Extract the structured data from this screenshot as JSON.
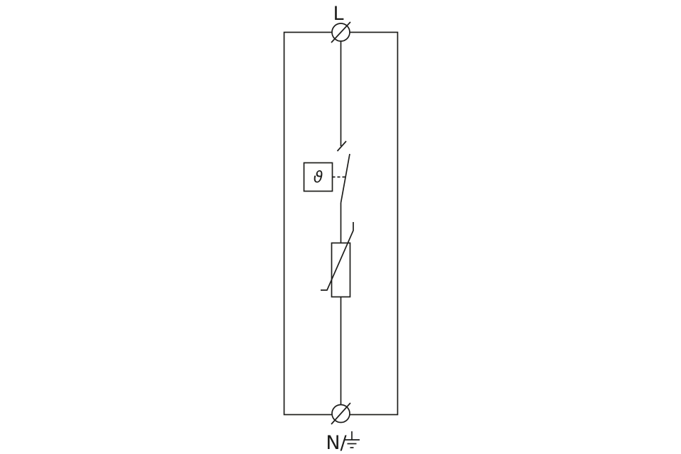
{
  "canvas": {
    "background": "#ffffff",
    "line_color": "#1d1d1b"
  },
  "schematic": {
    "kind": "surge-protective-device-circuit",
    "labels": {
      "top_terminal": "L",
      "thermal_disconnector": "ϑ",
      "bottom_terminal": "N/"
    },
    "symbols": [
      {
        "name": "enclosure",
        "type": "device-outline-rectangle"
      },
      {
        "name": "terminal-top",
        "type": "clamp-terminal-circle-with-slash",
        "label": "L"
      },
      {
        "name": "thermal-disconnector",
        "type": "disconnect-switch-with-thermal-trip-box",
        "label": "ϑ"
      },
      {
        "name": "varistor",
        "type": "varistor-rectangle-with-strike-line"
      },
      {
        "name": "terminal-bottom",
        "type": "clamp-terminal-circle-with-slash",
        "label": "N/ with earth symbol"
      },
      {
        "name": "earth",
        "type": "earth-ground-symbol"
      }
    ]
  }
}
